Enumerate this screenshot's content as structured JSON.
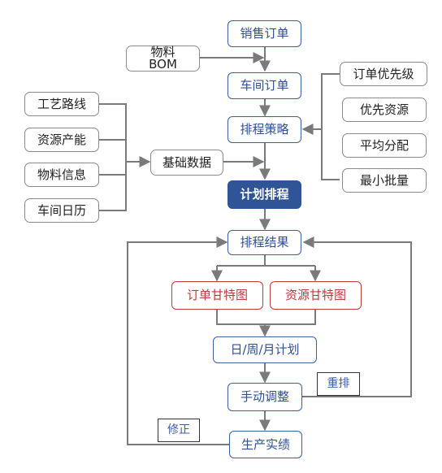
{
  "nodes": {
    "sales_order": "销售订单",
    "material_bom": [
      "物料",
      "BOM"
    ],
    "workshop_order": "车间订单",
    "scheduling_strategy": "排程策略",
    "base_data": "基础数据",
    "planned_scheduling": "计划排程",
    "scheduling_result": "排程结果",
    "order_gantt": "订单甘特图",
    "resource_gantt": "资源甘特图",
    "plan_period": "日/周/月计划",
    "manual_adjust": "手动调整",
    "production_actual": "生产实绩"
  },
  "base_data_inputs": [
    "工艺路线",
    "资源产能",
    "物料信息",
    "车间日历"
  ],
  "strategy_options": [
    "订单优先级",
    "优先资源",
    "平均分配",
    "最小批量"
  ],
  "loop_labels": {
    "reschedule": "重排",
    "correct": "修正"
  },
  "colors": {
    "box_border_blue": "#3d5ea3",
    "core_fill": "#2f5597",
    "gantt_red": "#c0393b",
    "input_border_gray": "#8a8a8a",
    "connector": "#7a7a7a"
  }
}
